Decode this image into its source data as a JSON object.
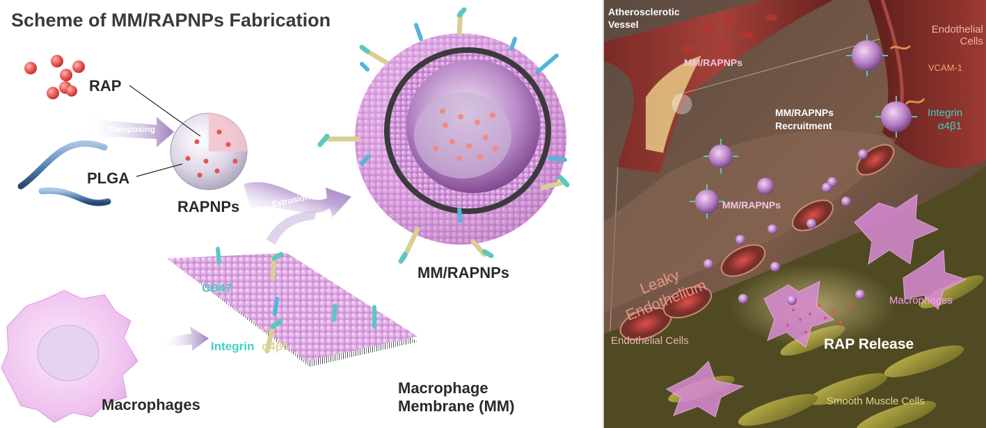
{
  "left_panel": {
    "title": "Scheme of MM/RAPNPs Fabrication",
    "labels": {
      "rap": "RAP",
      "plga": "PLGA",
      "rapnps": "RAPNPs",
      "composing": "Composing",
      "extrusion": "Extrusion",
      "mm_rapnps": "MM/RAPNPs",
      "cd47": "CD47",
      "integrin": "Integrin",
      "integrin_subunit": "α4β1",
      "macrophages": "Macrophages",
      "membrane_line1": "Macrophage",
      "membrane_line2": "Membrane (MM)"
    }
  },
  "right_panel": {
    "labels": {
      "vessel_line1": "Atherosclerotic",
      "vessel_line2": "Vessel",
      "endothelial_top_line1": "Endothelial",
      "endothelial_top_line2": "Cells",
      "mm_rapnps_top": "MM/RAPNPs",
      "vcam": "VCAM-1",
      "recruitment_line1": "MM/RAPNPs",
      "recruitment_line2": "Recruitment",
      "integrin_line1": "Integrin",
      "integrin_line2": "α4β1",
      "mm_rapnps_mid": "MM/RAPNPs",
      "leaky_line1": "Leaky",
      "leaky_line2": "Endothelium",
      "macrophages": "Macrophages",
      "endothelial_bottom": "Endothelial Cells",
      "rap_release": "RAP Release",
      "smooth_muscle": "Smooth Muscle Cells"
    }
  },
  "colors": {
    "lipid_pink": "#e6a6ea",
    "integrin_teal": "#58c9c0",
    "cd47_blue": "#52b5d9",
    "rap_red": "#e8524f",
    "plga_blue": "#5a86b8",
    "arrow_purple": "#a989c6",
    "label_teal": "#3fd0c4",
    "label_salmon": "#f2b3ad",
    "vcam_orange": "#e8894a"
  }
}
